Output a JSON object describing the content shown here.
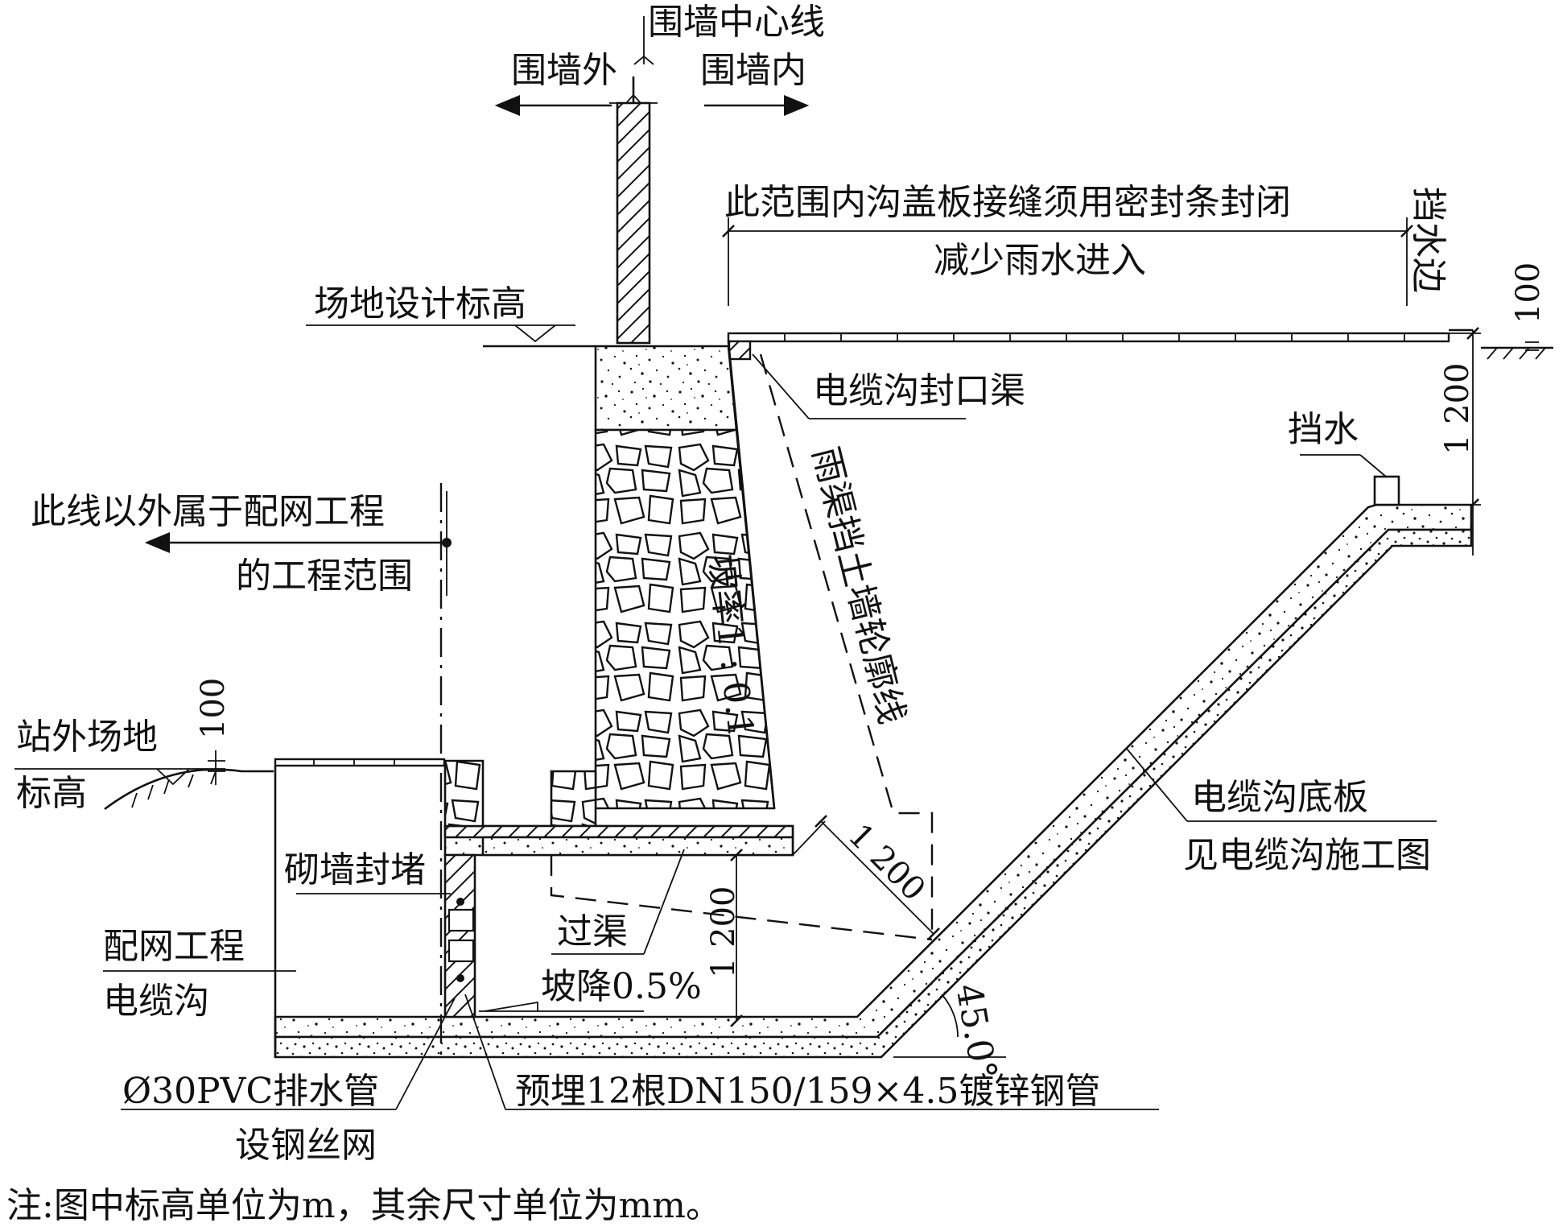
{
  "labels": {
    "wall_centerline": "围墙中心线",
    "wall_outside": "围墙外",
    "wall_inside": "围墙内",
    "seal_range_line1": "此范围内沟盖板接缝须用密封条封闭",
    "seal_range_line2": "减少雨水进入",
    "water_stop_edge": "挡水边",
    "site_design_elevation": "场地设计标高",
    "cable_trench_sealing_channel": "电缆沟封口渠",
    "water_stop": "挡水",
    "distribution_line1": "此线以外属于配网工程",
    "distribution_line2": "的工程范围",
    "slope_ratio": "坡率1 : 0.1",
    "retaining_wall_outline": "雨渠挡土墙轮廓线",
    "outside_elevation_line1": "站外场地",
    "outside_elevation_line2": "标高",
    "masonry_seal": "砌墙封堵",
    "crossing_channel": "过渠",
    "distribution_trench_line1": "配网工程",
    "distribution_trench_line2": "电缆沟",
    "slope_drop": "坡降0.5%",
    "trench_base_line1": "电缆沟底板",
    "trench_base_line2": "见电缆沟施工图",
    "angle": "45.0°",
    "pvc_pipe": "Ø30PVC排水管",
    "steel_mesh": "设钢丝网",
    "embedded_pipes": "预埋12根DN150/159×4.5镀锌钢管",
    "note": "注:图中标高单位为m，其余尺寸单位为mm。"
  },
  "dimensions": {
    "right_top_offset": "100",
    "right_depth": "1 200",
    "left_offset": "100",
    "inner_depth": "1 200",
    "diagonal_depth": "1 200"
  },
  "colors": {
    "ink": "#111111",
    "paper": "#ffffff"
  }
}
